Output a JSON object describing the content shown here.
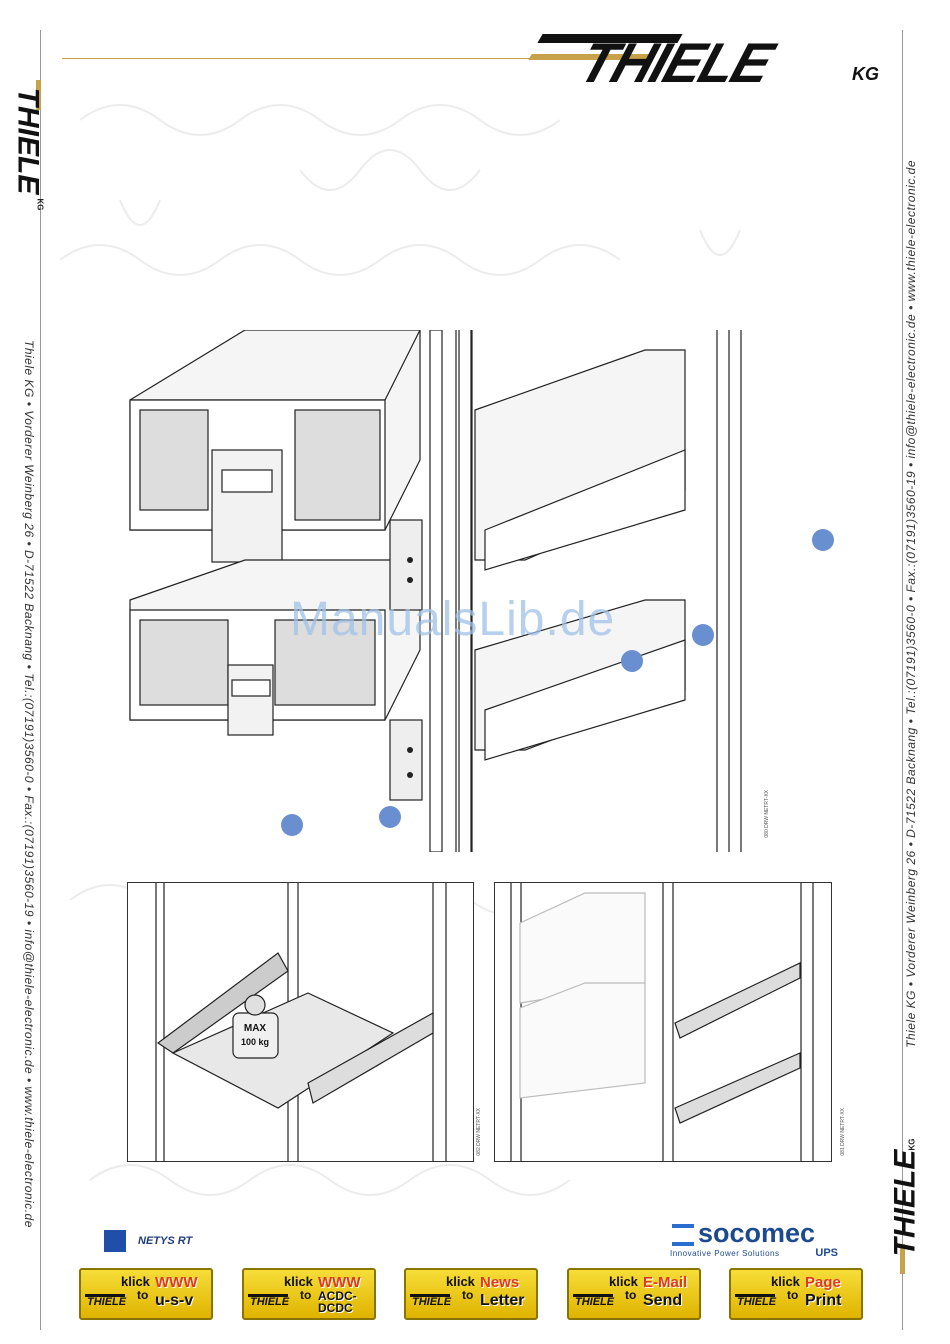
{
  "brand": {
    "logo_text": "THIELE",
    "logo_suffix": "KG",
    "gold": "#c8a24a"
  },
  "left_margin_text": "Thiele KG • Vorderer Weinberg 26 • D-71522 Backnang • Tel.:(07191)3560-0 • Fax.:(07191)3560-19 • info@thiele-electronic.de • www.thiele-electronic.de",
  "right_margin_text": "Thiele KG • Vorderer Weinberg 26 • D-71522 Backnang • Tel.:(07191)3560-0 • Fax.:(07191)3560-19 • info@thiele-electronic.de • www.thiele-electronic.de",
  "watermark": "ManualsLib.de",
  "figures": {
    "weight_label_line1": "MAX",
    "weight_label_line2": "100 kg",
    "code_1": "080 DRW NETRT-XX",
    "code_2": "082 DRW NETRT-XX",
    "code_3": "081 DRW NETRT-XX"
  },
  "footer": {
    "product": "NETYS RT",
    "product_color": "#1f4fa8",
    "socomec_name": "socomec",
    "socomec_tagline": "Innovative Power Solutions",
    "socomec_ups": "UPS"
  },
  "buttons": [
    {
      "klick": "klick",
      "to": "to",
      "line1": "WWW",
      "line2": "u-s-v"
    },
    {
      "klick": "klick",
      "to": "to",
      "line1": "WWW",
      "line2": "ACDC-DCDC"
    },
    {
      "klick": "klick",
      "to": "to",
      "line1": "News",
      "line2": "Letter"
    },
    {
      "klick": "klick",
      "to": "to",
      "line1": "E-Mail",
      "line2": "Send"
    },
    {
      "klick": "klick",
      "to": "to",
      "line1": "Page",
      "line2": "Print"
    }
  ]
}
